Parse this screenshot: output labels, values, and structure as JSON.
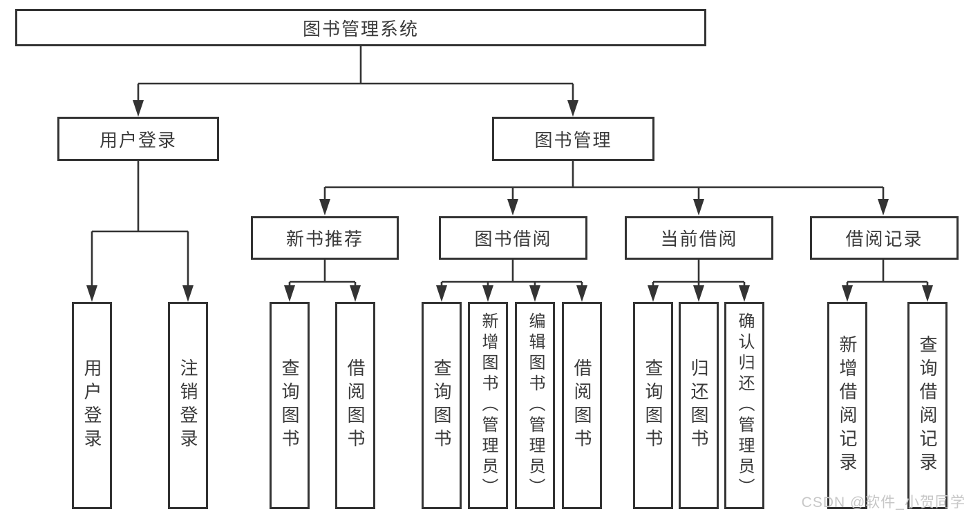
{
  "tree": {
    "root": "图书管理系统",
    "children": [
      {
        "label": "用户登录",
        "children": [
          {
            "label": "用户登录"
          },
          {
            "label": "注销登录"
          }
        ]
      },
      {
        "label": "图书管理",
        "children": [
          {
            "label": "新书推荐",
            "children": [
              {
                "label": "查询图书"
              },
              {
                "label": "借阅图书"
              }
            ]
          },
          {
            "label": "图书借阅",
            "children": [
              {
                "label": "查询图书"
              },
              {
                "label": "新增图书（管理员）"
              },
              {
                "label": "编辑图书（管理员）"
              },
              {
                "label": "借阅图书"
              }
            ]
          },
          {
            "label": "当前借阅",
            "children": [
              {
                "label": "查询图书"
              },
              {
                "label": "归还图书"
              },
              {
                "label": "确认归还（管理员）"
              }
            ]
          },
          {
            "label": "借阅记录",
            "children": [
              {
                "label": "新增借阅记录"
              },
              {
                "label": "查询借阅记录"
              }
            ]
          }
        ]
      }
    ]
  },
  "colors": {
    "line": "#333333",
    "box_border": "#333333",
    "text": "#3a3a3a",
    "watermark": "#c7c7c7"
  },
  "watermark": {
    "text": "CSDN @软件_小贺同学"
  }
}
